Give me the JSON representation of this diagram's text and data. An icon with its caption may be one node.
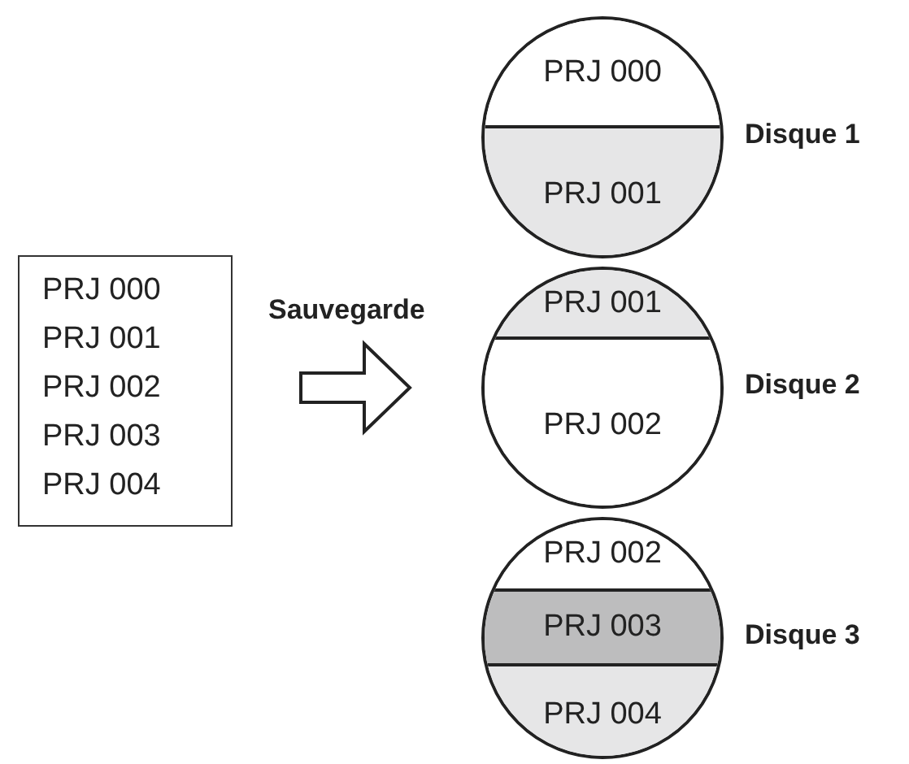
{
  "diagram": {
    "nodes": [
      {
        "text": [
          "PRJ 000",
          "PRJ 001",
          "PRJ 002",
          "PRJ 003",
          "PRJ 004"
        ]
      },
      {
        "text": [],
        "shape": "circle",
        "beside": [
          "Disque 1"
        ]
      },
      {
        "text": [
          "PRJ 000"
        ],
        "in": 1
      },
      {
        "text": [
          "PRJ 001"
        ],
        "in": 1
      },
      {
        "text": [],
        "shape": "circle",
        "beside": [
          "Disque 2"
        ]
      },
      {
        "text": [
          "PRJ 001"
        ],
        "in": 4
      },
      {
        "text": [
          "PRJ 002"
        ],
        "in": 4
      },
      {
        "text": [],
        "shape": "circle",
        "beside": [
          "Disque 3"
        ]
      },
      {
        "text": [
          "PRJ 002"
        ],
        "in": 7
      },
      {
        "text": [
          "PRJ 003"
        ],
        "in": 7
      },
      {
        "text": [
          "PRJ 004"
        ],
        "in": 7
      }
    ],
    "edges": [
      {
        "from": 0,
        "to": 4,
        "arrow": "to",
        "label": "Sauvegarde"
      }
    ]
  }
}
